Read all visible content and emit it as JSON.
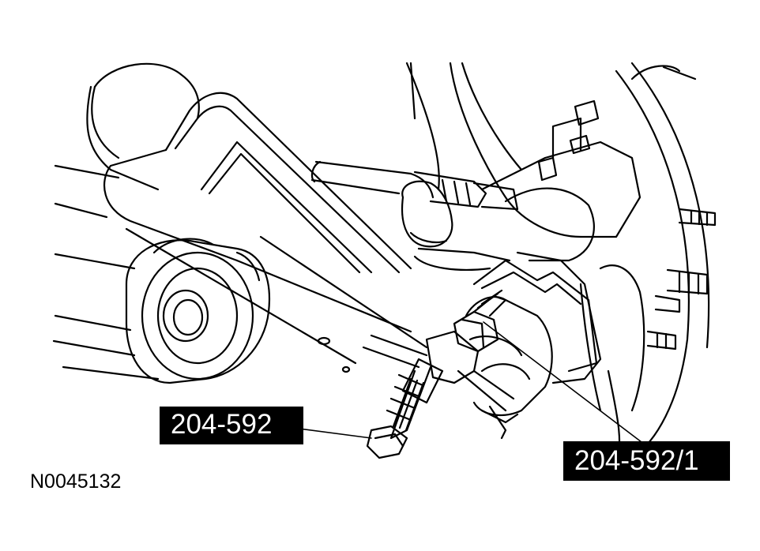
{
  "callouts": {
    "tool_main": "204-592",
    "tool_adapter": "204-592/1"
  },
  "figure_id": "N0045132",
  "colors": {
    "line": "#000000",
    "background": "#ffffff",
    "label_bg": "#000000",
    "label_text": "#ffffff"
  }
}
